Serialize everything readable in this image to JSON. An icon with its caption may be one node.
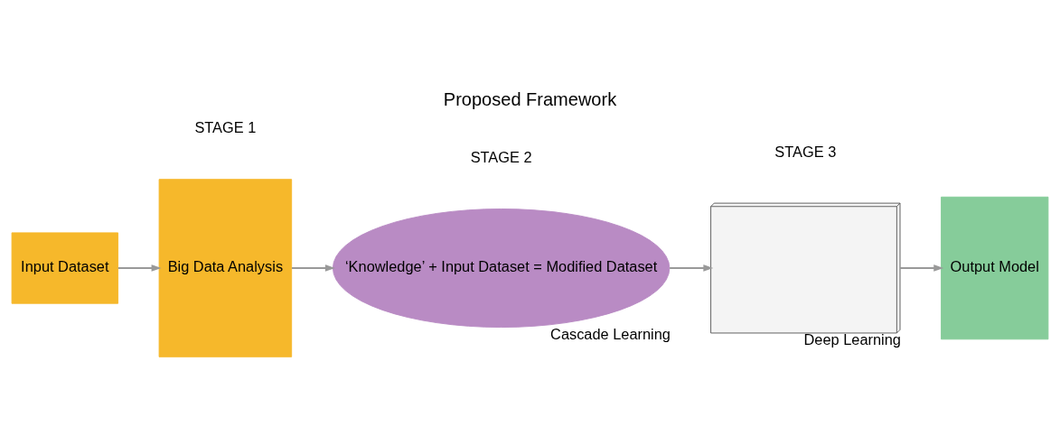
{
  "diagram": {
    "title": "Proposed Framework",
    "nodes": [
      {
        "text": [
          "Input Dataset"
        ]
      },
      {
        "text": [
          "Big Data Analysis"
        ]
      },
      {
        "text": [
          "‘Knowledge’ + Input Dataset = Modified Dataset"
        ],
        "beside": [
          "Cascade Learning"
        ]
      },
      {
        "text": [],
        "shape": "picture",
        "beside": [
          "Deep Learning"
        ]
      },
      {
        "text": [
          "Output Model"
        ]
      }
    ],
    "edges": [
      {
        "from": 0,
        "to": 1,
        "arrow": "to"
      },
      {
        "from": 1,
        "to": 2,
        "arrow": "to"
      },
      {
        "from": 2,
        "to": 3,
        "arrow": "to"
      },
      {
        "from": 3,
        "to": 4,
        "arrow": "to"
      }
    ],
    "labels": [
      "STAGE 1",
      "STAGE 2",
      "STAGE 3"
    ]
  }
}
